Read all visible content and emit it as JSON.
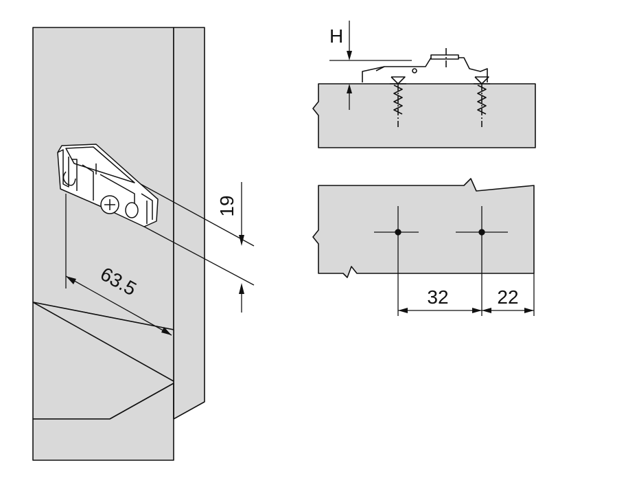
{
  "colors": {
    "panel": "#d9d9d9",
    "line": "#111111",
    "background": "#ffffff"
  },
  "labels": {
    "height": "H",
    "plate_width": "19",
    "front_offset": "63.5",
    "hole_spacing": "32",
    "edge_distance": "22"
  }
}
